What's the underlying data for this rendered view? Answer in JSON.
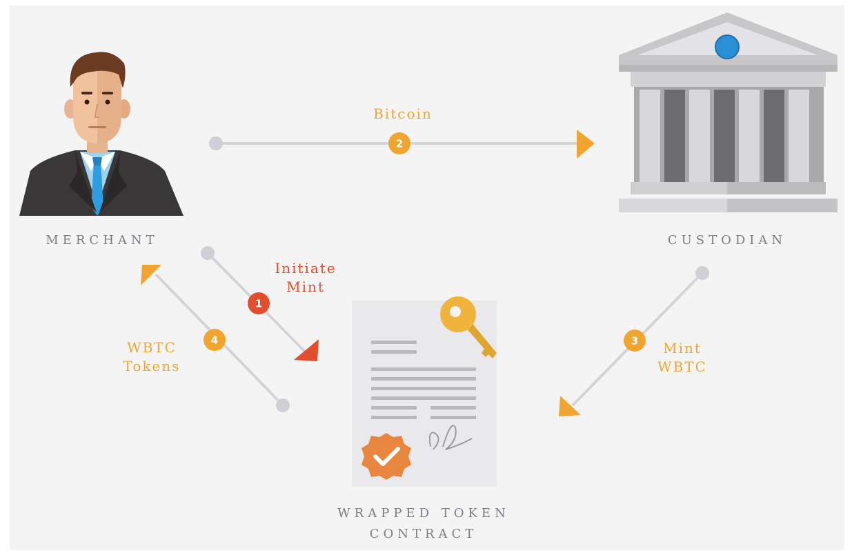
{
  "actors": {
    "merchant": "MERCHANT",
    "custodian": "CUSTODIAN",
    "contract_line1": "WRAPPED TOKEN",
    "contract_line2": "CONTRACT"
  },
  "steps": [
    {
      "number": "1",
      "line1": "Initiate",
      "line2": "Mint",
      "color": "#e04e2c"
    },
    {
      "number": "2",
      "line1": "Bitcoin",
      "line2": "",
      "color": "#f0a530"
    },
    {
      "number": "3",
      "line1": "Mint",
      "line2": "WBTC",
      "color": "#f0a530"
    },
    {
      "number": "4",
      "line1": "WBTC",
      "line2": "Tokens",
      "color": "#f0a530"
    }
  ],
  "colors": {
    "background": "#f4f4f4",
    "connector": "#d4d4d8",
    "accent_orange": "#f0a530",
    "accent_red": "#e04e2c",
    "label_grey": "#7a7e86"
  },
  "icons": {
    "merchant": "businessman-icon",
    "custodian": "bank-building-icon",
    "contract": "signed-contract-icon",
    "key": "key-icon",
    "seal": "approval-seal-icon"
  }
}
